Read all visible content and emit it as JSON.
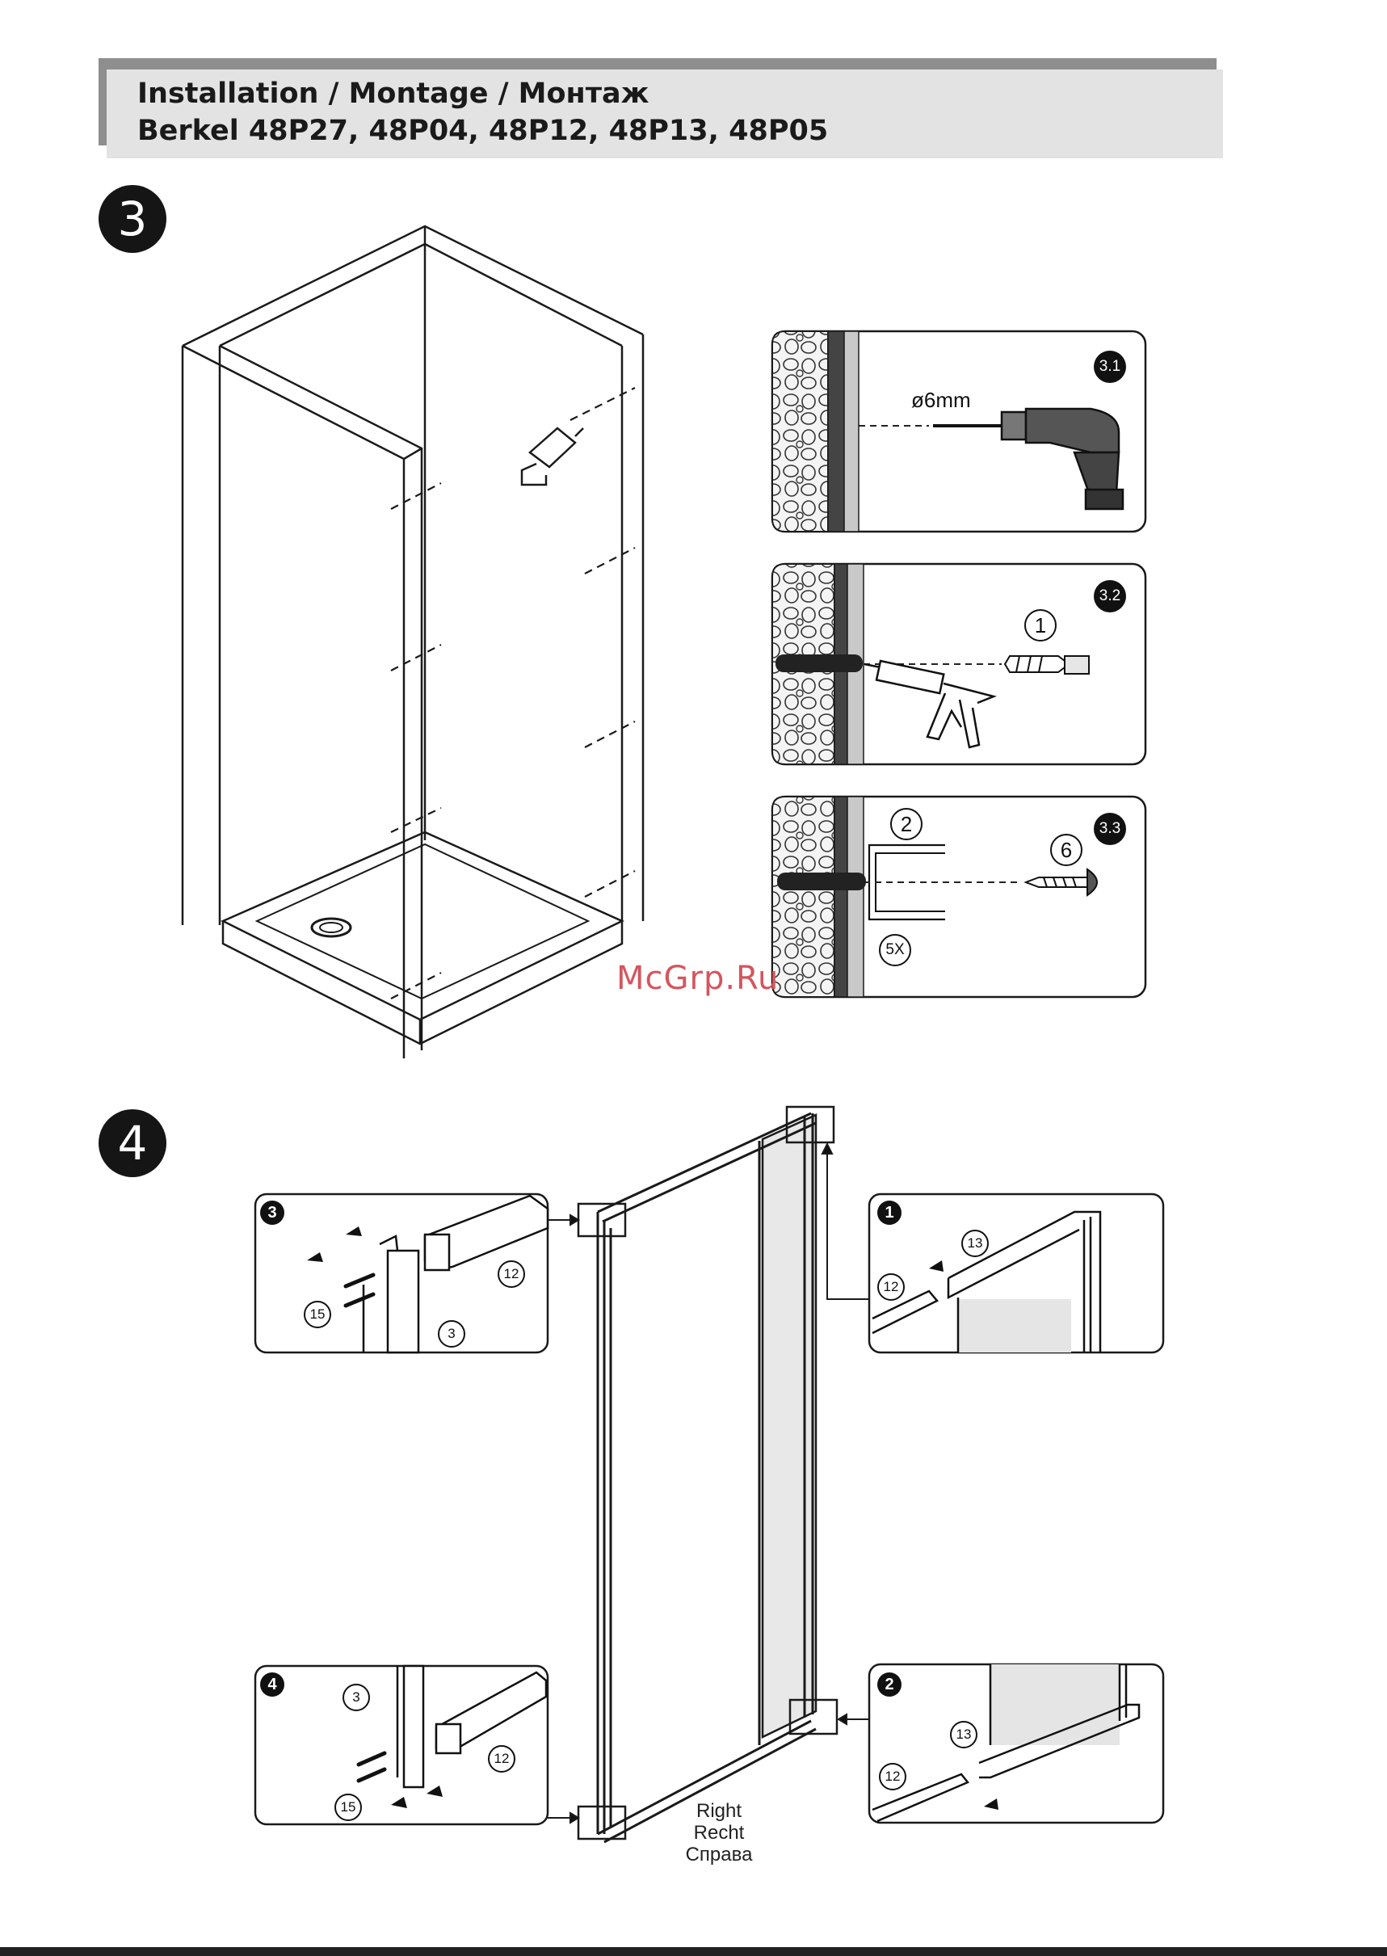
{
  "header": {
    "title": "Installation / Montage / Монтаж",
    "models": "Berkel 48P27, 48P04, 48P12, 48P13, 48P05"
  },
  "steps": {
    "step3": "3",
    "step4": "4"
  },
  "substeps": {
    "s31": "3.1",
    "s32": "3.2",
    "s33": "3.3"
  },
  "drill_size": "ø6mm",
  "parts": {
    "p1": "1",
    "p2": "2",
    "p6": "6",
    "qty": "5X",
    "p3": "3",
    "p12": "12",
    "p13": "13",
    "p15": "15"
  },
  "detail_badges": {
    "d1": "1",
    "d2": "2",
    "d3": "3",
    "d4": "4"
  },
  "side_label": {
    "en": "Right",
    "de": "Recht",
    "ru": "Справа"
  },
  "watermark": "McGrp.Ru"
}
